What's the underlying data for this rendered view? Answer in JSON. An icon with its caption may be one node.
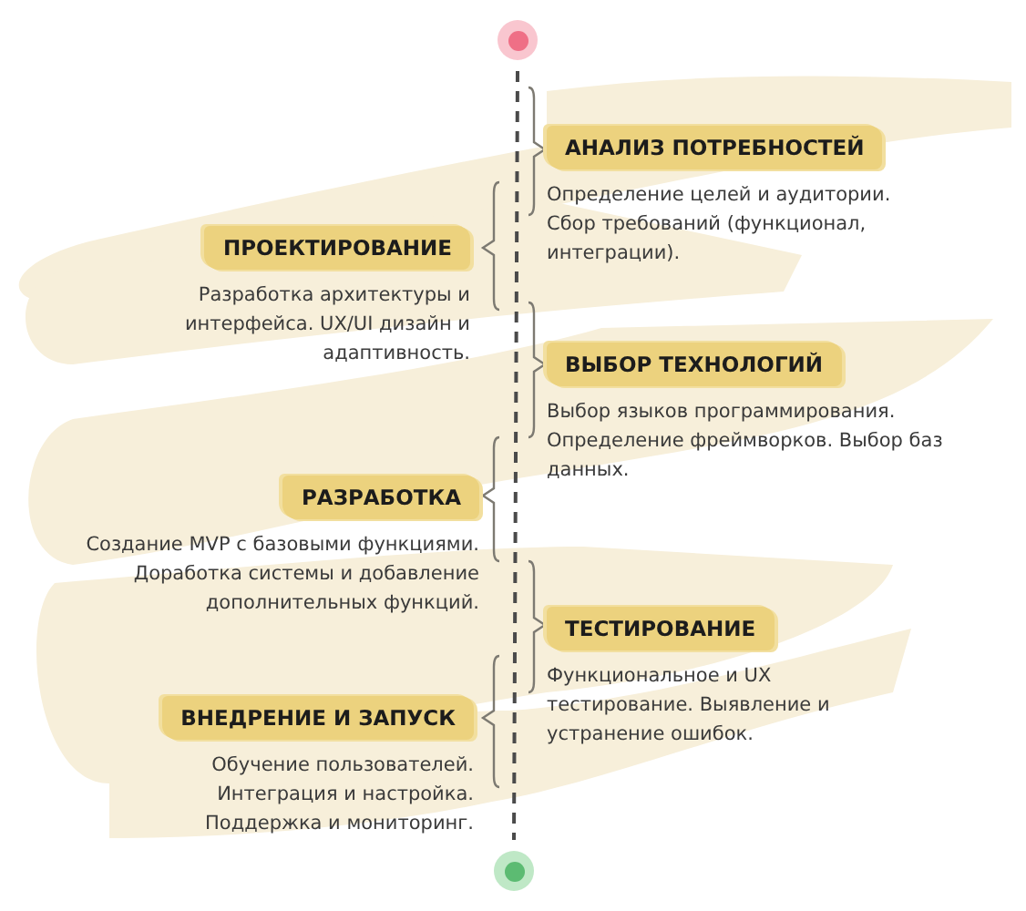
{
  "diagram": {
    "nodes": [
      {
        "text": [],
        "shape": "circle"
      },
      {
        "text": [
          "АНАЛИЗ ПОТРЕБНОСТЕЙ",
          "Определение целей и аудитории. Сбор требований (функционал, интеграции)."
        ]
      },
      {
        "text": [
          "ПРОЕКТИРОВАНИЕ",
          "Разработка архитектуры и интерфейса. UX/UI дизайн и адаптивность."
        ]
      },
      {
        "text": [
          "ВЫБОР ТЕХНОЛОГИЙ",
          "Выбор языков программирования. Определение фреймворков. Выбор баз данных."
        ]
      },
      {
        "text": [
          "РАЗРАБОТКА",
          "Создание MVP с базовыми функциями. Доработка системы и добавление дополнительных функций."
        ]
      },
      {
        "text": [
          "ТЕСТИРОВАНИЕ",
          "Функциональное и UX тестирование. Выявление и устранение ошибок."
        ]
      },
      {
        "text": [
          "ВНЕДРЕНИЕ И ЗАПУСК",
          "Обучение пользователей. Интеграция и настройка. Поддержка и мониторинг."
        ]
      },
      {
        "text": [],
        "shape": "circle"
      }
    ],
    "edges": [
      {
        "from": 0,
        "to": 7,
        "arrow": "none",
        "style": "dashed"
      }
    ]
  }
}
